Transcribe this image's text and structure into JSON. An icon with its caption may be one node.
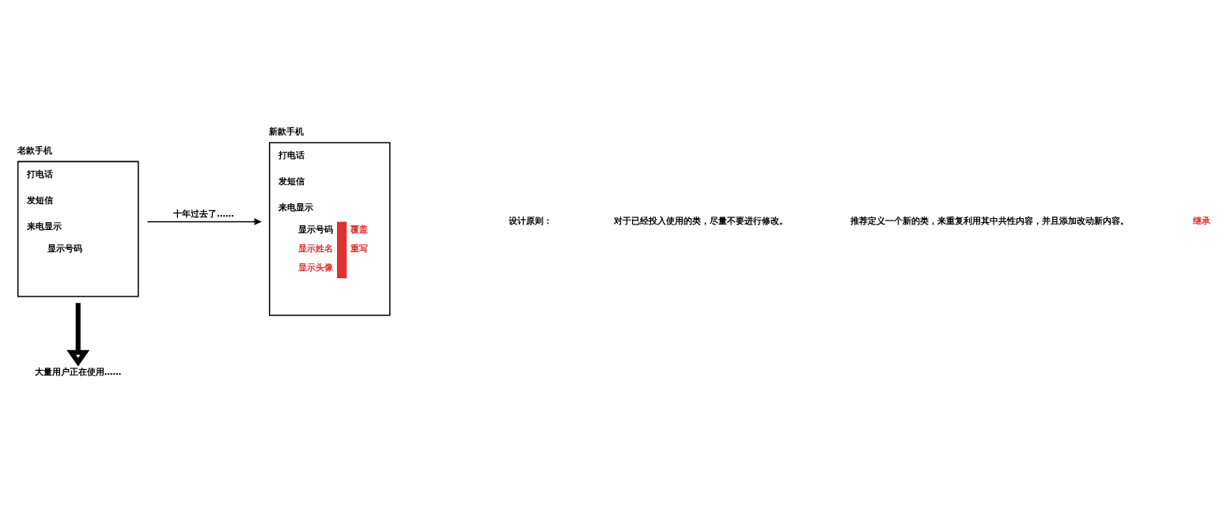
{
  "diagram": {
    "nodes": [
      {
        "text": [
          "老款手机",
          "打电话",
          "发短信",
          "来电显示",
          "显示号码"
        ]
      },
      {
        "text": [
          "新款手机",
          "打电话",
          "发短信",
          "来电显示",
          "显示号码",
          "显示姓名",
          "显示头像",
          "覆盖",
          "重写"
        ]
      },
      {
        "text": [
          "大量用户正在使用……"
        ]
      }
    ],
    "edges": [
      {
        "from": 0,
        "to": 1,
        "arrow": "to",
        "label": "十年过去了……"
      },
      {
        "from": 0,
        "to": 2,
        "arrow": "to",
        "style": "thick"
      }
    ],
    "labels": [
      "设计原则：",
      "对于已经投入使用的类，尽量不要进行修改。",
      "推荐定义一个新的类，来重复利用其中共性内容，并且添加改动新内容。",
      "继承"
    ]
  }
}
